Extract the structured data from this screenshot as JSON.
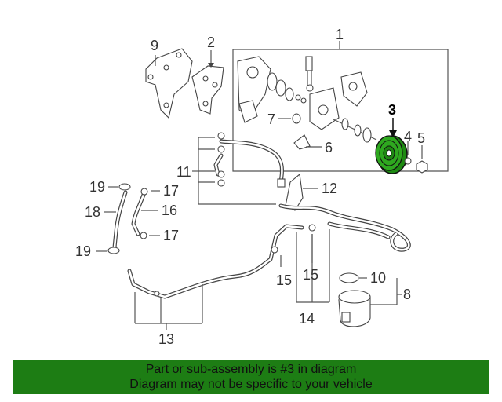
{
  "diagram": {
    "highlighted_part": "3",
    "callouts": {
      "c1": "1",
      "c2": "2",
      "c3": "3",
      "c4": "4",
      "c5": "5",
      "c6": "6",
      "c7": "7",
      "c8": "8",
      "c9": "9",
      "c10": "10",
      "c11": "11",
      "c12": "12",
      "c13": "13",
      "c14": "14",
      "c15a": "15",
      "c15b": "15",
      "c16": "16",
      "c17a": "17",
      "c17b": "17",
      "c18": "18",
      "c19a": "19",
      "c19b": "19"
    }
  },
  "banner": {
    "line1": "Part or sub-assembly is #3 in diagram",
    "line2": "Diagram may not be specific to your vehicle",
    "background_color": "#1d7d14"
  }
}
